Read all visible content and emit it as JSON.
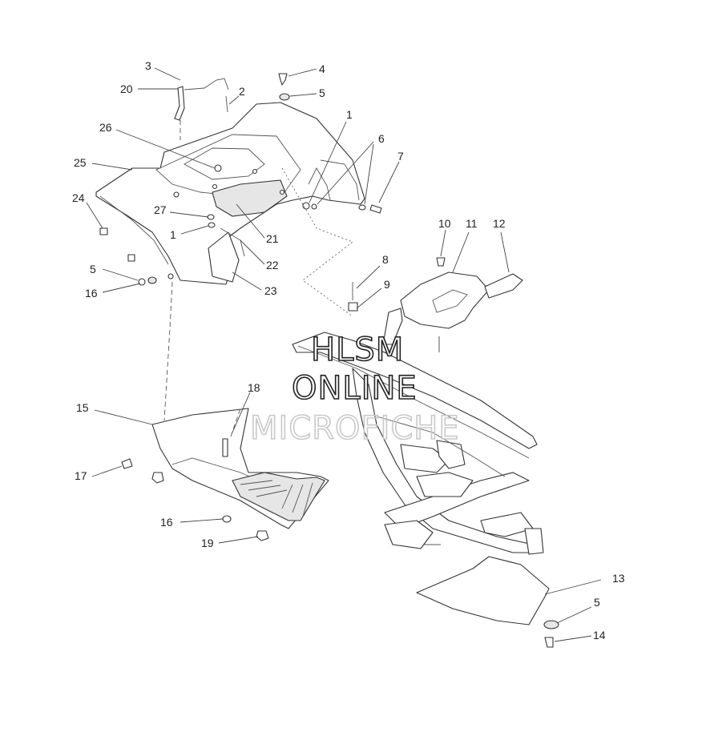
{
  "watermark": {
    "line1": "HLSM",
    "line2": "ONLINE",
    "line3": "MICROFICHE"
  },
  "callouts": [
    "1",
    "1",
    "2",
    "3",
    "4",
    "5",
    "5",
    "5",
    "6",
    "7",
    "8",
    "9",
    "10",
    "11",
    "12",
    "13",
    "14",
    "15",
    "16",
    "16",
    "17",
    "18",
    "19",
    "20",
    "21",
    "22",
    "23",
    "24",
    "25",
    "26",
    "27"
  ]
}
